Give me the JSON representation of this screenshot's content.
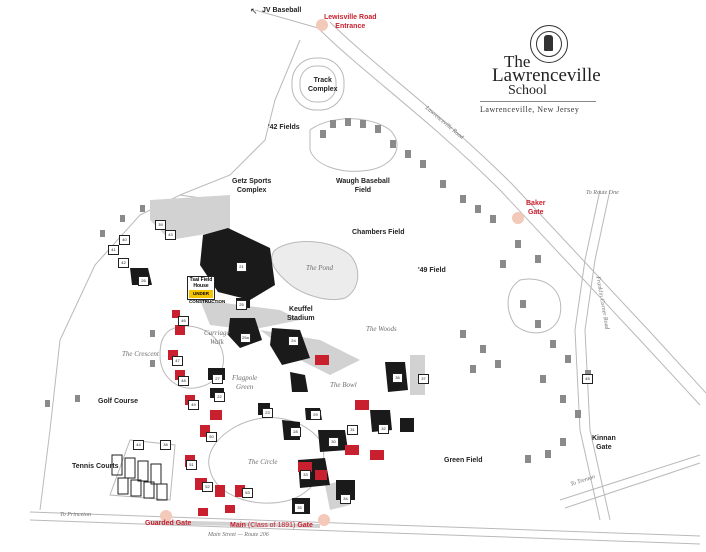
{
  "brand": {
    "line1": "The",
    "line2": "Lawrenceville",
    "line3": "School",
    "location": "Lawrenceville, New Jersey"
  },
  "labels": {
    "jv_baseball": "JV Baseball",
    "lewisville_road_entrance": "Lewisville Road\nEntrance",
    "track_complex": "Track\nComplex",
    "fields_42": "'42 Fields",
    "getz_sports_complex": "Getz Sports\nComplex",
    "waugh_baseball_field": "Waugh Baseball\nField",
    "chambers_field": "Chambers Field",
    "baker_gate": "Baker\nGate",
    "the_pond": "The Pond",
    "field_49": "'49 Field",
    "tsai_field_house": "Tsai Field\nHouse",
    "under_construction": "UNDER CONSTRUCTION",
    "keuffel_stadium": "Keuffel\nStadium",
    "the_woods": "The Woods",
    "carriage_walk": "Carriage\nWalk",
    "the_crescent": "The Crescent",
    "flagpole_green": "Flagpole\nGreen",
    "the_bowl": "The Bowl",
    "golf_course": "Golf Course",
    "tennis_courts": "Tennis Courts",
    "the_circle": "The Circle",
    "kinnan_gate": "Kinnan\nGate",
    "green_field": "Green Field",
    "guarded_gate": "Guarded Gate",
    "main_gate": "Main",
    "main_gate_class": "(Class of 1891)",
    "main_gate_suffix": "Gate"
  },
  "roads": {
    "to_route_one": "To Route One",
    "lawrenceville_road": "Lawrenceville Road",
    "franklin_corner_road": "Franklin Corner Road",
    "to_princeton": "To Princeton",
    "main_street": "Main Street — Route 206",
    "to_trenton": "To Trenton"
  },
  "building_numbers": [
    "39",
    "40",
    "41",
    "42",
    "43",
    "26",
    "21",
    "25",
    "25a",
    "24",
    "27",
    "22",
    "23",
    "28",
    "29",
    "30",
    "31",
    "32",
    "33",
    "34",
    "35",
    "36",
    "37",
    "38",
    "44",
    "45",
    "46",
    "47",
    "48",
    "49",
    "50",
    "51",
    "52",
    "53"
  ],
  "colors": {
    "building": "#1a1a1a",
    "house": "#c8202f",
    "walkway": "#d2d2d2",
    "outline": "#b9b9b9",
    "gate": "#f3c9b9",
    "accent_red": "#c8202f",
    "construction_yellow": "#f5c400"
  },
  "icons": {
    "north_arrow": "↖",
    "school_seal": "seal-icon"
  }
}
